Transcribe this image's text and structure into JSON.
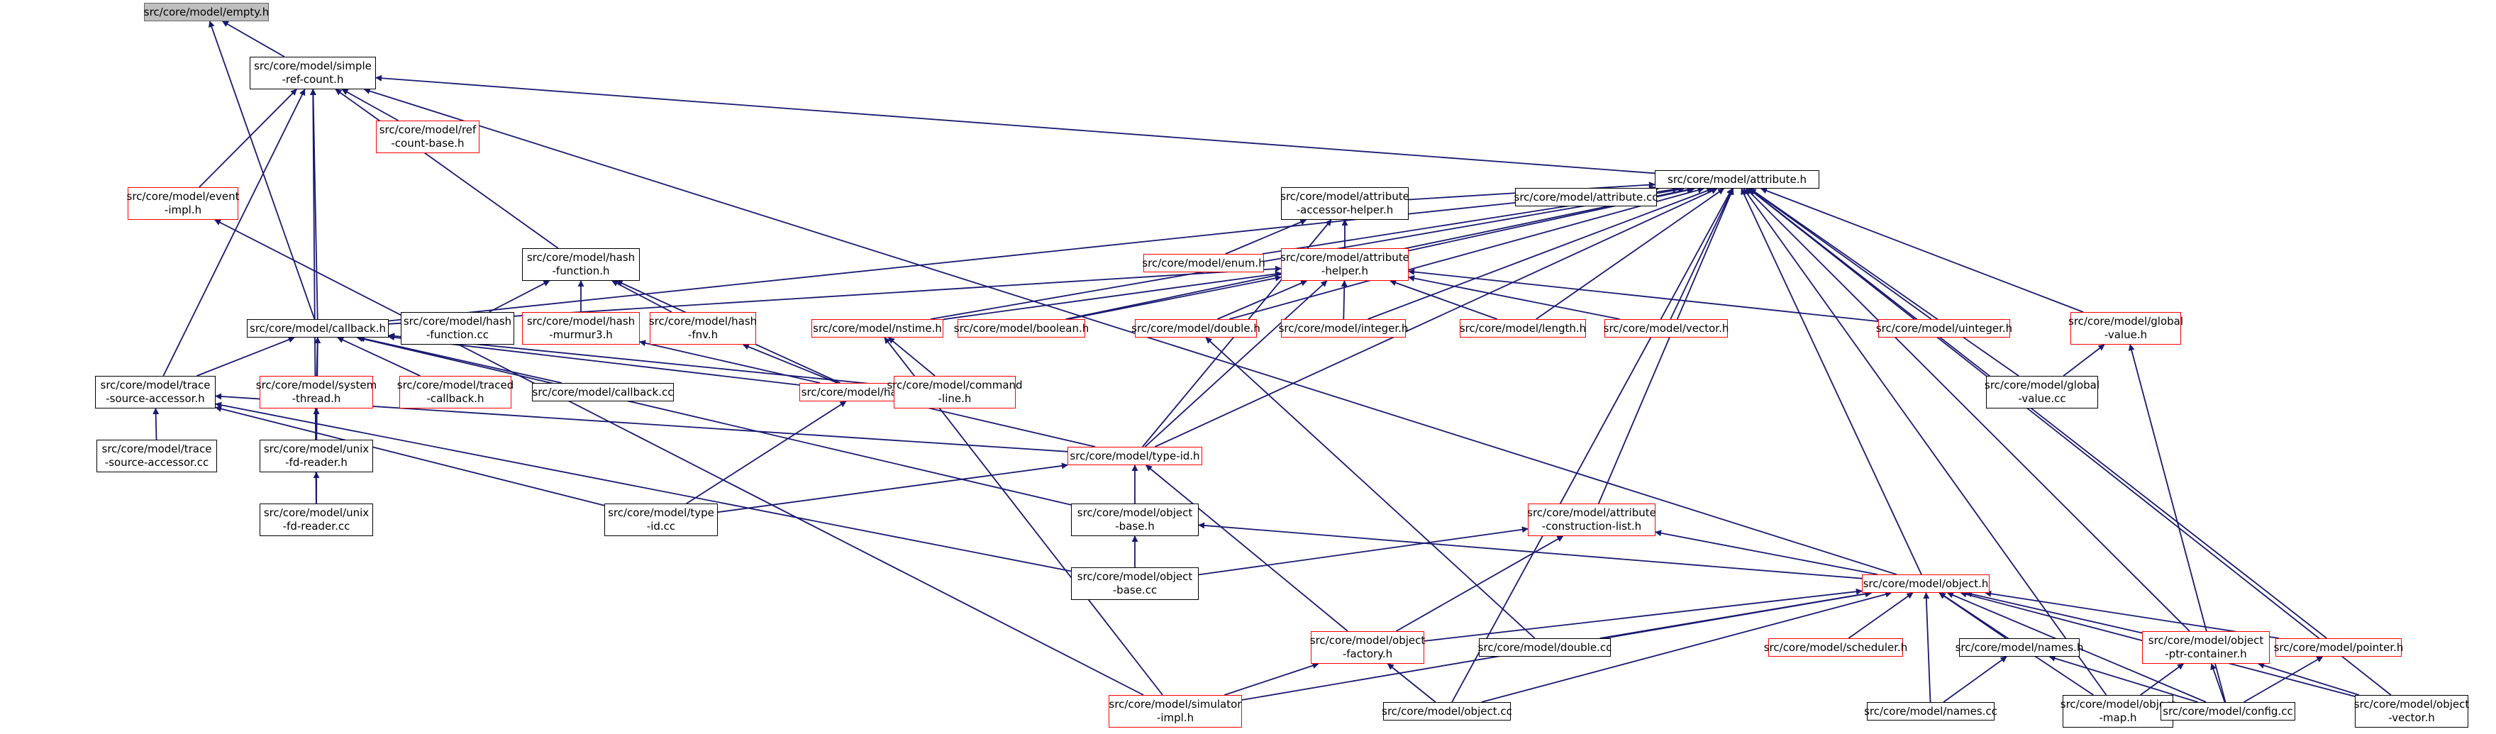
{
  "diagram": {
    "colors": {
      "edge": "#191970",
      "node_border_black": "#000000",
      "node_border_red": "#ff0000",
      "root_fill": "#bfbfbf"
    },
    "nodes": [
      {
        "id": "empty",
        "label": "src/core/model/empty.h",
        "style": "root"
      },
      {
        "id": "srcount",
        "label": "src/core/model/simple\n-ref-count.h",
        "style": "black"
      },
      {
        "id": "refcountbase",
        "label": "src/core/model/ref\n-count-base.h",
        "style": "red"
      },
      {
        "id": "attribute",
        "label": "src/core/model/attribute.h",
        "style": "black"
      },
      {
        "id": "eventimpl",
        "label": "src/core/model/event\n-impl.h",
        "style": "red"
      },
      {
        "id": "aah",
        "label": "src/core/model/attribute\n-accessor-helper.h",
        "style": "black"
      },
      {
        "id": "attrcc",
        "label": "src/core/model/attribute.cc",
        "style": "black"
      },
      {
        "id": "enum",
        "label": "src/core/model/enum.h",
        "style": "red"
      },
      {
        "id": "hashfunc",
        "label": "src/core/model/hash\n-function.h",
        "style": "black"
      },
      {
        "id": "attrhelper",
        "label": "src/core/model/attribute\n-helper.h",
        "style": "red"
      },
      {
        "id": "globalvalue",
        "label": "src/core/model/global\n-value.h",
        "style": "red"
      },
      {
        "id": "callback",
        "label": "src/core/model/callback.h",
        "style": "black"
      },
      {
        "id": "hashfunccc",
        "label": "src/core/model/hash\n-function.cc",
        "style": "black"
      },
      {
        "id": "murmur",
        "label": "src/core/model/hash\n-murmur3.h",
        "style": "red"
      },
      {
        "id": "fnv",
        "label": "src/core/model/hash\n-fnv.h",
        "style": "red"
      },
      {
        "id": "nstime",
        "label": "src/core/model/nstime.h",
        "style": "red"
      },
      {
        "id": "boolean",
        "label": "src/core/model/boolean.h",
        "style": "red"
      },
      {
        "id": "double",
        "label": "src/core/model/double.h",
        "style": "red"
      },
      {
        "id": "integer",
        "label": "src/core/model/integer.h",
        "style": "red"
      },
      {
        "id": "length",
        "label": "src/core/model/length.h",
        "style": "red"
      },
      {
        "id": "vector",
        "label": "src/core/model/vector.h",
        "style": "red"
      },
      {
        "id": "uinteger",
        "label": "src/core/model/uinteger.h",
        "style": "red"
      },
      {
        "id": "trace",
        "label": "src/core/model/trace\n-source-accessor.h",
        "style": "black"
      },
      {
        "id": "systhread",
        "label": "src/core/model/system\n-thread.h",
        "style": "red"
      },
      {
        "id": "traced",
        "label": "src/core/model/traced\n-callback.h",
        "style": "red"
      },
      {
        "id": "callbackcc",
        "label": "src/core/model/callback.cc",
        "style": "black"
      },
      {
        "id": "hash",
        "label": "src/core/model/hash.h",
        "style": "red"
      },
      {
        "id": "cmdline",
        "label": "src/core/model/command\n-line.h",
        "style": "red"
      },
      {
        "id": "globalvaluecc",
        "label": "src/core/model/global\n-value.cc",
        "style": "black"
      },
      {
        "id": "tracecc",
        "label": "src/core/model/trace\n-source-accessor.cc",
        "style": "black"
      },
      {
        "id": "unixfd",
        "label": "src/core/model/unix\n-fd-reader.h",
        "style": "black"
      },
      {
        "id": "typeid",
        "label": "src/core/model/type-id.h",
        "style": "red"
      },
      {
        "id": "unixfdcc",
        "label": "src/core/model/unix\n-fd-reader.cc",
        "style": "black"
      },
      {
        "id": "typeidcc",
        "label": "src/core/model/type\n-id.cc",
        "style": "black"
      },
      {
        "id": "objbase",
        "label": "src/core/model/object\n-base.h",
        "style": "black"
      },
      {
        "id": "acl",
        "label": "src/core/model/attribute\n-construction-list.h",
        "style": "red"
      },
      {
        "id": "objbasecc",
        "label": "src/core/model/object\n-base.cc",
        "style": "black"
      },
      {
        "id": "object",
        "label": "src/core/model/object.h",
        "style": "red"
      },
      {
        "id": "objfactory",
        "label": "src/core/model/object\n-factory.h",
        "style": "red"
      },
      {
        "id": "doublecc",
        "label": "src/core/model/double.cc",
        "style": "black"
      },
      {
        "id": "scheduler",
        "label": "src/core/model/scheduler.h",
        "style": "red"
      },
      {
        "id": "names",
        "label": "src/core/model/names.h",
        "style": "black"
      },
      {
        "id": "ptrcont",
        "label": "src/core/model/object\n-ptr-container.h",
        "style": "red"
      },
      {
        "id": "pointer",
        "label": "src/core/model/pointer.h",
        "style": "red"
      },
      {
        "id": "simimpl",
        "label": "src/core/model/simulator\n-impl.h",
        "style": "red"
      },
      {
        "id": "objectcc",
        "label": "src/core/model/object.cc",
        "style": "black"
      },
      {
        "id": "namescc",
        "label": "src/core/model/names.cc",
        "style": "black"
      },
      {
        "id": "objmap",
        "label": "src/core/model/object\n-map.h",
        "style": "black"
      },
      {
        "id": "configcc",
        "label": "src/core/model/config.cc",
        "style": "black"
      },
      {
        "id": "objvector",
        "label": "src/core/model/object\n-vector.h",
        "style": "black"
      }
    ],
    "edges": [
      [
        "srcount",
        "empty"
      ],
      [
        "callback",
        "empty"
      ],
      [
        "refcountbase",
        "srcount"
      ],
      [
        "attribute",
        "srcount"
      ],
      [
        "eventimpl",
        "srcount"
      ],
      [
        "hashfunc",
        "srcount"
      ],
      [
        "callback",
        "srcount"
      ],
      [
        "trace",
        "srcount"
      ],
      [
        "unixfdcc",
        "srcount"
      ],
      [
        "object",
        "srcount"
      ],
      [
        "aah",
        "attribute"
      ],
      [
        "attrcc",
        "attribute"
      ],
      [
        "enum",
        "attribute"
      ],
      [
        "attrhelper",
        "attribute"
      ],
      [
        "globalvalue",
        "attribute"
      ],
      [
        "callback",
        "attribute"
      ],
      [
        "nstime",
        "attribute"
      ],
      [
        "boolean",
        "attribute"
      ],
      [
        "double",
        "attribute"
      ],
      [
        "integer",
        "attribute"
      ],
      [
        "length",
        "attribute"
      ],
      [
        "vector",
        "attribute"
      ],
      [
        "uinteger",
        "attribute"
      ],
      [
        "globalvaluecc",
        "attribute"
      ],
      [
        "typeid",
        "attribute"
      ],
      [
        "acl",
        "attribute"
      ],
      [
        "object",
        "attribute"
      ],
      [
        "objectcc",
        "attribute"
      ],
      [
        "objmap",
        "attribute"
      ],
      [
        "objvector",
        "attribute"
      ],
      [
        "ptrcont",
        "attribute"
      ],
      [
        "pointer",
        "attribute"
      ],
      [
        "enum",
        "aah"
      ],
      [
        "attrhelper",
        "aah"
      ],
      [
        "typeid",
        "aah"
      ],
      [
        "callback",
        "attrhelper"
      ],
      [
        "nstime",
        "attrhelper"
      ],
      [
        "boolean",
        "attrhelper"
      ],
      [
        "double",
        "attrhelper"
      ],
      [
        "integer",
        "attrhelper"
      ],
      [
        "length",
        "attrhelper"
      ],
      [
        "vector",
        "attrhelper"
      ],
      [
        "uinteger",
        "attrhelper"
      ],
      [
        "typeid",
        "attrhelper"
      ],
      [
        "hashfunccc",
        "hashfunc"
      ],
      [
        "murmur",
        "hashfunc"
      ],
      [
        "fnv",
        "hashfunc"
      ],
      [
        "hash",
        "hashfunc"
      ],
      [
        "globalvaluecc",
        "globalvalue"
      ],
      [
        "configcc",
        "globalvalue"
      ],
      [
        "trace",
        "callback"
      ],
      [
        "systhread",
        "callback"
      ],
      [
        "traced",
        "callback"
      ],
      [
        "callbackcc",
        "callback"
      ],
      [
        "unixfd",
        "callback"
      ],
      [
        "cmdline",
        "callback"
      ],
      [
        "hash",
        "callback"
      ],
      [
        "objbase",
        "callback"
      ],
      [
        "hash",
        "murmur"
      ],
      [
        "hash",
        "fnv"
      ],
      [
        "cmdline",
        "nstime"
      ],
      [
        "simimpl",
        "nstime"
      ],
      [
        "doublecc",
        "double"
      ],
      [
        "tracecc",
        "trace"
      ],
      [
        "typeid",
        "trace"
      ],
      [
        "typeidcc",
        "trace"
      ],
      [
        "objbasecc",
        "trace"
      ],
      [
        "unixfd",
        "systhread"
      ],
      [
        "unixfdcc",
        "systhread"
      ],
      [
        "typeidcc",
        "hash"
      ],
      [
        "typeid",
        "hash"
      ],
      [
        "unixfdcc",
        "unixfd"
      ],
      [
        "typeidcc",
        "typeid"
      ],
      [
        "objbase",
        "typeid"
      ],
      [
        "objfactory",
        "typeid"
      ],
      [
        "objbasecc",
        "objbase"
      ],
      [
        "object",
        "objbase"
      ],
      [
        "objbasecc",
        "acl"
      ],
      [
        "objfactory",
        "acl"
      ],
      [
        "object",
        "acl"
      ],
      [
        "objfactory",
        "object"
      ],
      [
        "doublecc",
        "object"
      ],
      [
        "scheduler",
        "object"
      ],
      [
        "names",
        "object"
      ],
      [
        "ptrcont",
        "object"
      ],
      [
        "pointer",
        "object"
      ],
      [
        "simimpl",
        "object"
      ],
      [
        "objectcc",
        "object"
      ],
      [
        "namescc",
        "object"
      ],
      [
        "objmap",
        "object"
      ],
      [
        "configcc",
        "object"
      ],
      [
        "objvector",
        "object"
      ],
      [
        "simimpl",
        "objfactory"
      ],
      [
        "objectcc",
        "objfactory"
      ],
      [
        "simimpl",
        "eventimpl"
      ],
      [
        "namescc",
        "names"
      ],
      [
        "configcc",
        "names"
      ],
      [
        "objmap",
        "ptrcont"
      ],
      [
        "configcc",
        "ptrcont"
      ],
      [
        "objvector",
        "ptrcont"
      ],
      [
        "configcc",
        "pointer"
      ]
    ]
  }
}
